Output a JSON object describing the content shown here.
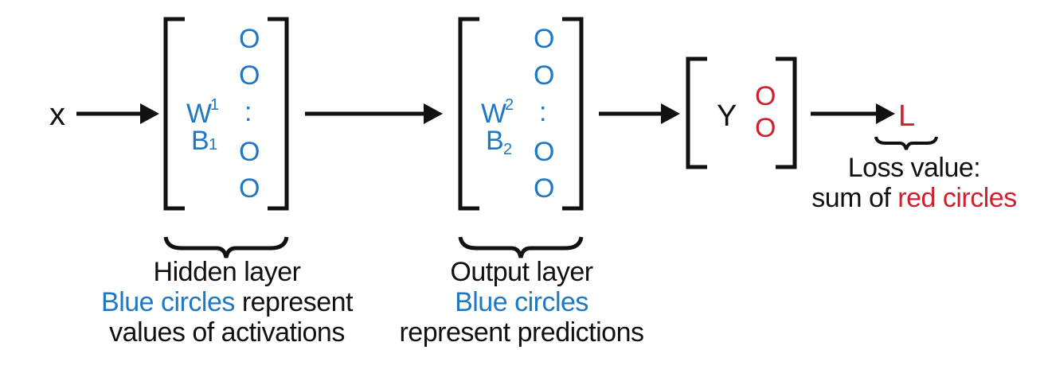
{
  "colors": {
    "ink": "#111111",
    "blue": "#1e78c3",
    "red": "#d0202f"
  },
  "input": {
    "label": "x"
  },
  "hidden_layer": {
    "weight_symbol": "W",
    "weight_subscript": "1",
    "bias_symbol": "B",
    "bias_subscript": "1",
    "circle_symbol": "O",
    "ellipsis": ":",
    "caption_title": "Hidden layer",
    "caption_highlight": "Blue circles",
    "caption_rest_line2": " represent",
    "caption_line3": "values of activations"
  },
  "output_layer": {
    "weight_symbol": "W",
    "weight_subscript": "2",
    "bias_symbol": "B",
    "bias_subscript": "2",
    "circle_symbol": "O",
    "ellipsis": ":",
    "caption_title": "Output layer",
    "caption_highlight": "Blue circles",
    "caption_line3": "represent predictions"
  },
  "target": {
    "label": "Y",
    "circle_symbol": "O"
  },
  "loss": {
    "label": "L",
    "caption_line1": "Loss value:",
    "caption_line2_prefix": "sum of ",
    "caption_highlight": "red circles"
  }
}
